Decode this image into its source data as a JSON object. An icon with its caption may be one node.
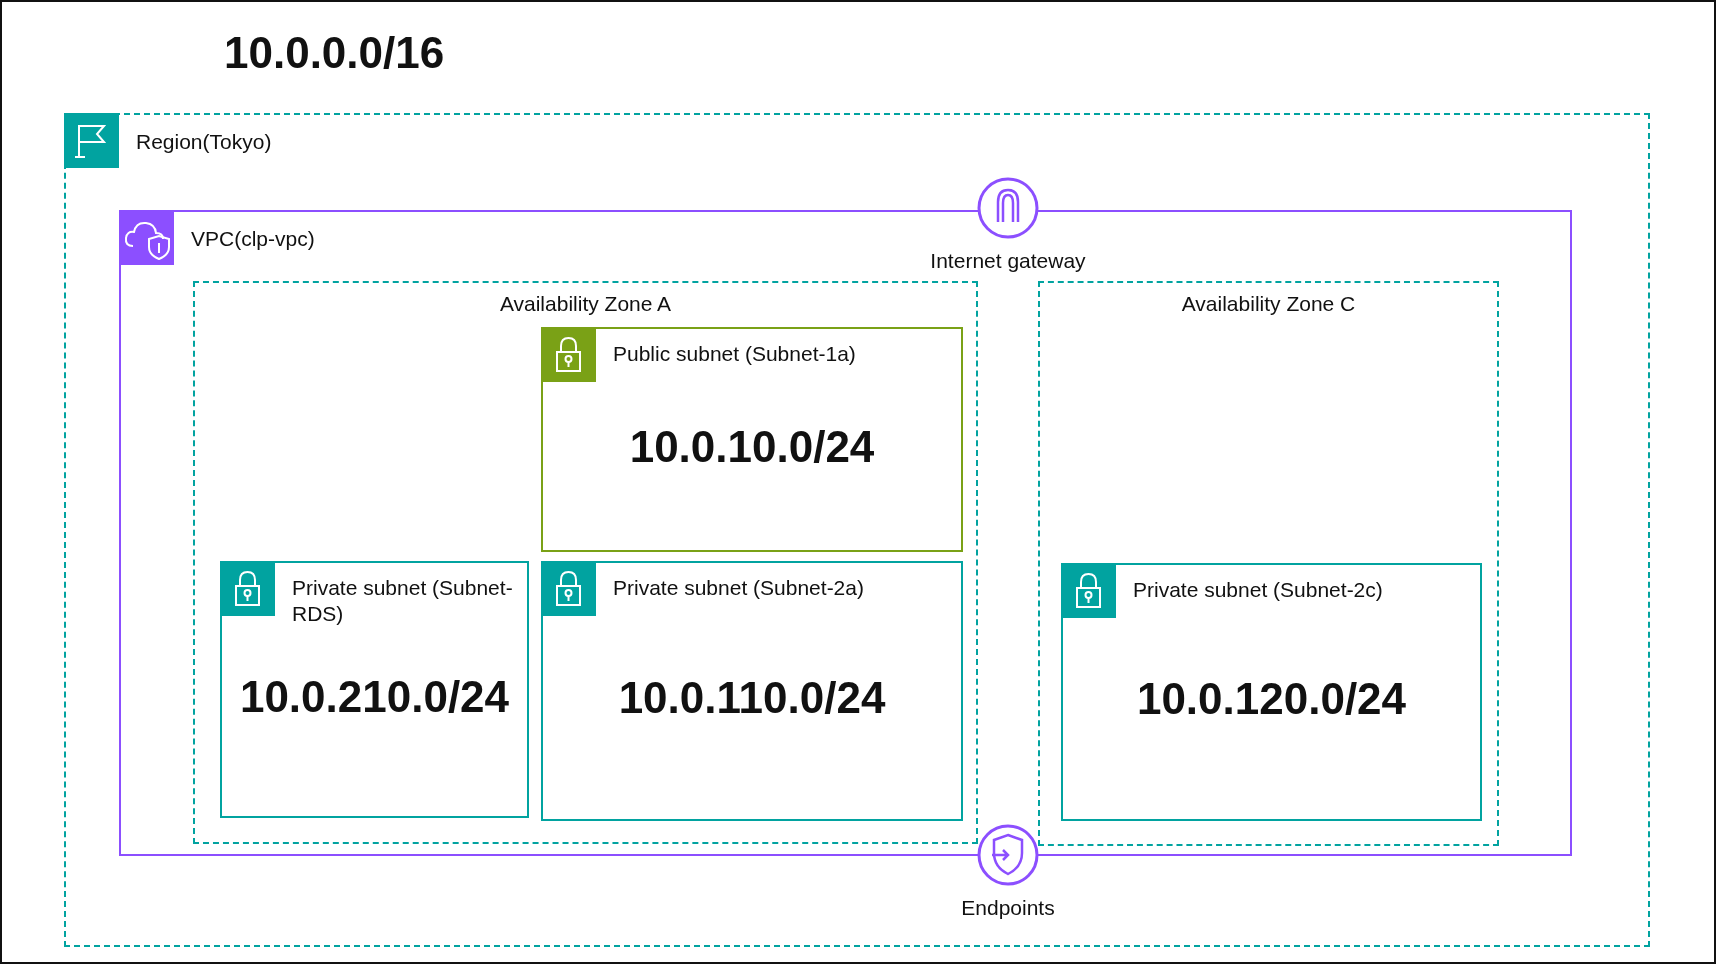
{
  "diagram": {
    "nodes": [
      {
        "text": [
          "10.0.0.0/16"
        ]
      },
      {
        "text": [
          "Region(Tokyo)"
        ],
        "in": 0
      },
      {
        "text": [
          "VPC(clp-vpc)"
        ],
        "in": 1
      },
      {
        "text": [
          "Internet gateway"
        ],
        "in": 1
      },
      {
        "text": [
          "Availability Zone A"
        ],
        "in": 2
      },
      {
        "text": [
          "Public subnet (Subnet-1a)",
          "10.0.10.0/24"
        ],
        "in": 4
      },
      {
        "text": [
          "Private subnet (Subnet-RDS)",
          "10.0.210.0/24"
        ],
        "in": 4
      },
      {
        "text": [
          "Private subnet (Subnet-2a)",
          "10.0.110.0/24"
        ],
        "in": 4
      },
      {
        "text": [
          "Availability Zone C"
        ],
        "in": 2
      },
      {
        "text": [
          "Private subnet (Subnet-2c)",
          "10.0.120.0/24"
        ],
        "in": 8
      },
      {
        "text": [
          "Endpoints"
        ],
        "in": 1
      }
    ],
    "edges": []
  }
}
